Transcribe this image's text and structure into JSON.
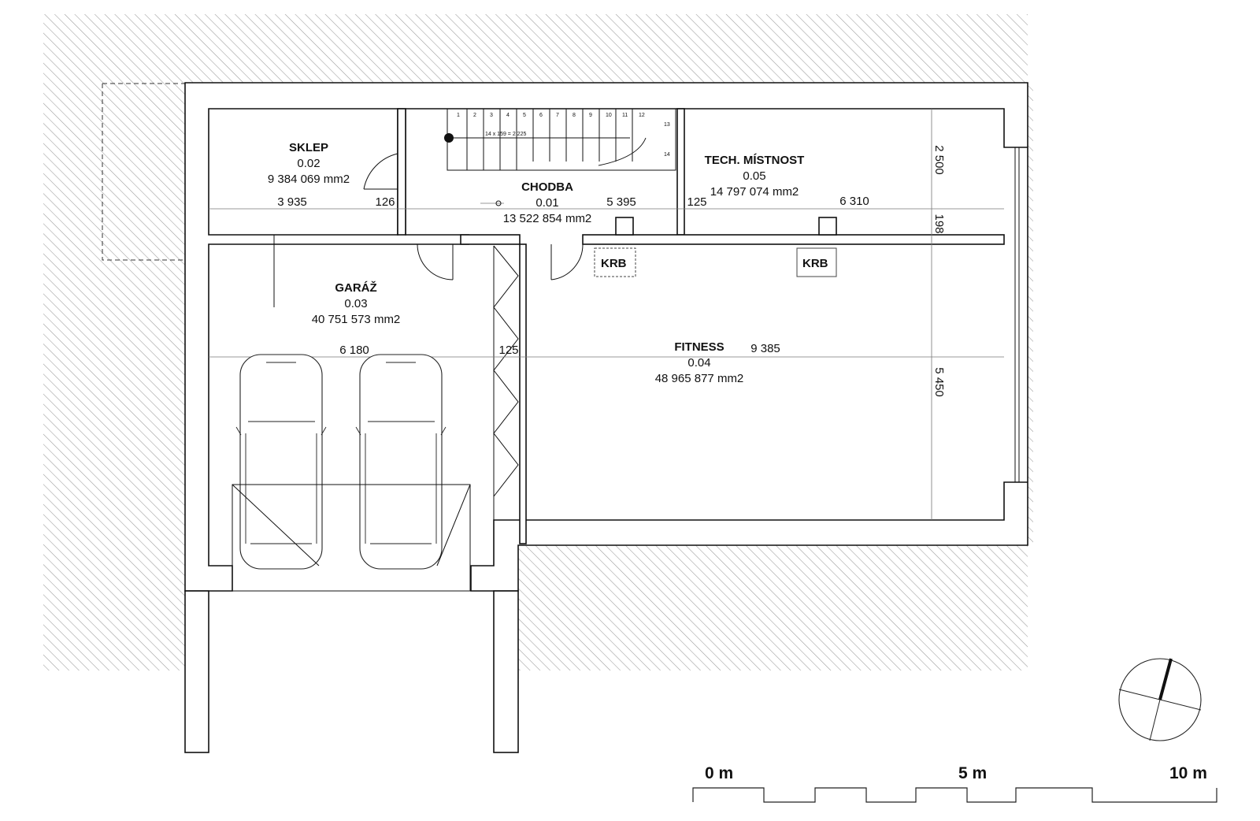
{
  "rooms": [
    {
      "name": "SKLEP",
      "code": "0.02",
      "area": "9 384 069 mm2"
    },
    {
      "name": "CHODBA",
      "code": "0.01",
      "area": "13 522 854 mm2"
    },
    {
      "name": "TECH. MÍSTNOST",
      "code": "0.05",
      "area": "14 797 074 mm2"
    },
    {
      "name": "GARÁŽ",
      "code": "0.03",
      "area": "40 751 573 mm2"
    },
    {
      "name": "FITNESS",
      "code": "0.04",
      "area": "48 965 877 mm2"
    }
  ],
  "dimensions": {
    "sklep_width": "3 935",
    "wall_126": "126",
    "chodba_width": "5 395",
    "wall_125_top": "125",
    "tech_width": "6 310",
    "height_2500": "2 500",
    "height_198": "198",
    "garaz_width": "6 180",
    "wall_125_mid": "125",
    "fitness_width": "9 385",
    "height_5450": "5 450"
  },
  "fireplaces": [
    "KRB",
    "KRB"
  ],
  "stair": {
    "steps": [
      "1",
      "2",
      "3",
      "4",
      "5",
      "6",
      "7",
      "8",
      "9",
      "10",
      "11",
      "12",
      "13",
      "14"
    ],
    "note": "14 x 159 = 2 225"
  },
  "scale_bar": {
    "start": "0 m",
    "mid": "5 m",
    "end": "10 m"
  },
  "icons": [
    "north-arrow-icon"
  ]
}
